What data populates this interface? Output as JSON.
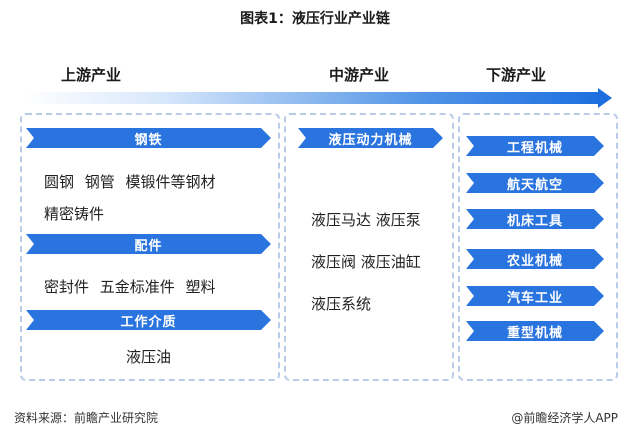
{
  "title": "图表1：液压行业产业链",
  "columns": {
    "upstream": "上游产业",
    "midstream": "中游产业",
    "downstream": "下游产业"
  },
  "upstream": {
    "steel_label": "钢铁",
    "steel_line1": "圆钢 钢管 模锻件等钢材",
    "steel_line2": "精密铸件",
    "parts_label": "配件",
    "parts_line": "密封件 五金标准件 塑料",
    "medium_label": "工作介质",
    "medium_line": "液压油"
  },
  "midstream": {
    "banner_label": "液压动力机械",
    "items": [
      "液压马达 液压泵",
      "液压阀 液压油缸",
      "液压系统"
    ]
  },
  "downstream": {
    "items": [
      "工程机械",
      "航天航空",
      "机床工具",
      "农业机械",
      "汽车工业",
      "重型机械"
    ]
  },
  "footer": {
    "source": "资料来源：前瞻产业研究院",
    "brand": "@前瞻经济学人APP"
  },
  "colors": {
    "accent": "#2a74df",
    "panel_border": "#b9cbe8"
  },
  "icons": {
    "flow_arrow": "arrow-right-icon"
  }
}
